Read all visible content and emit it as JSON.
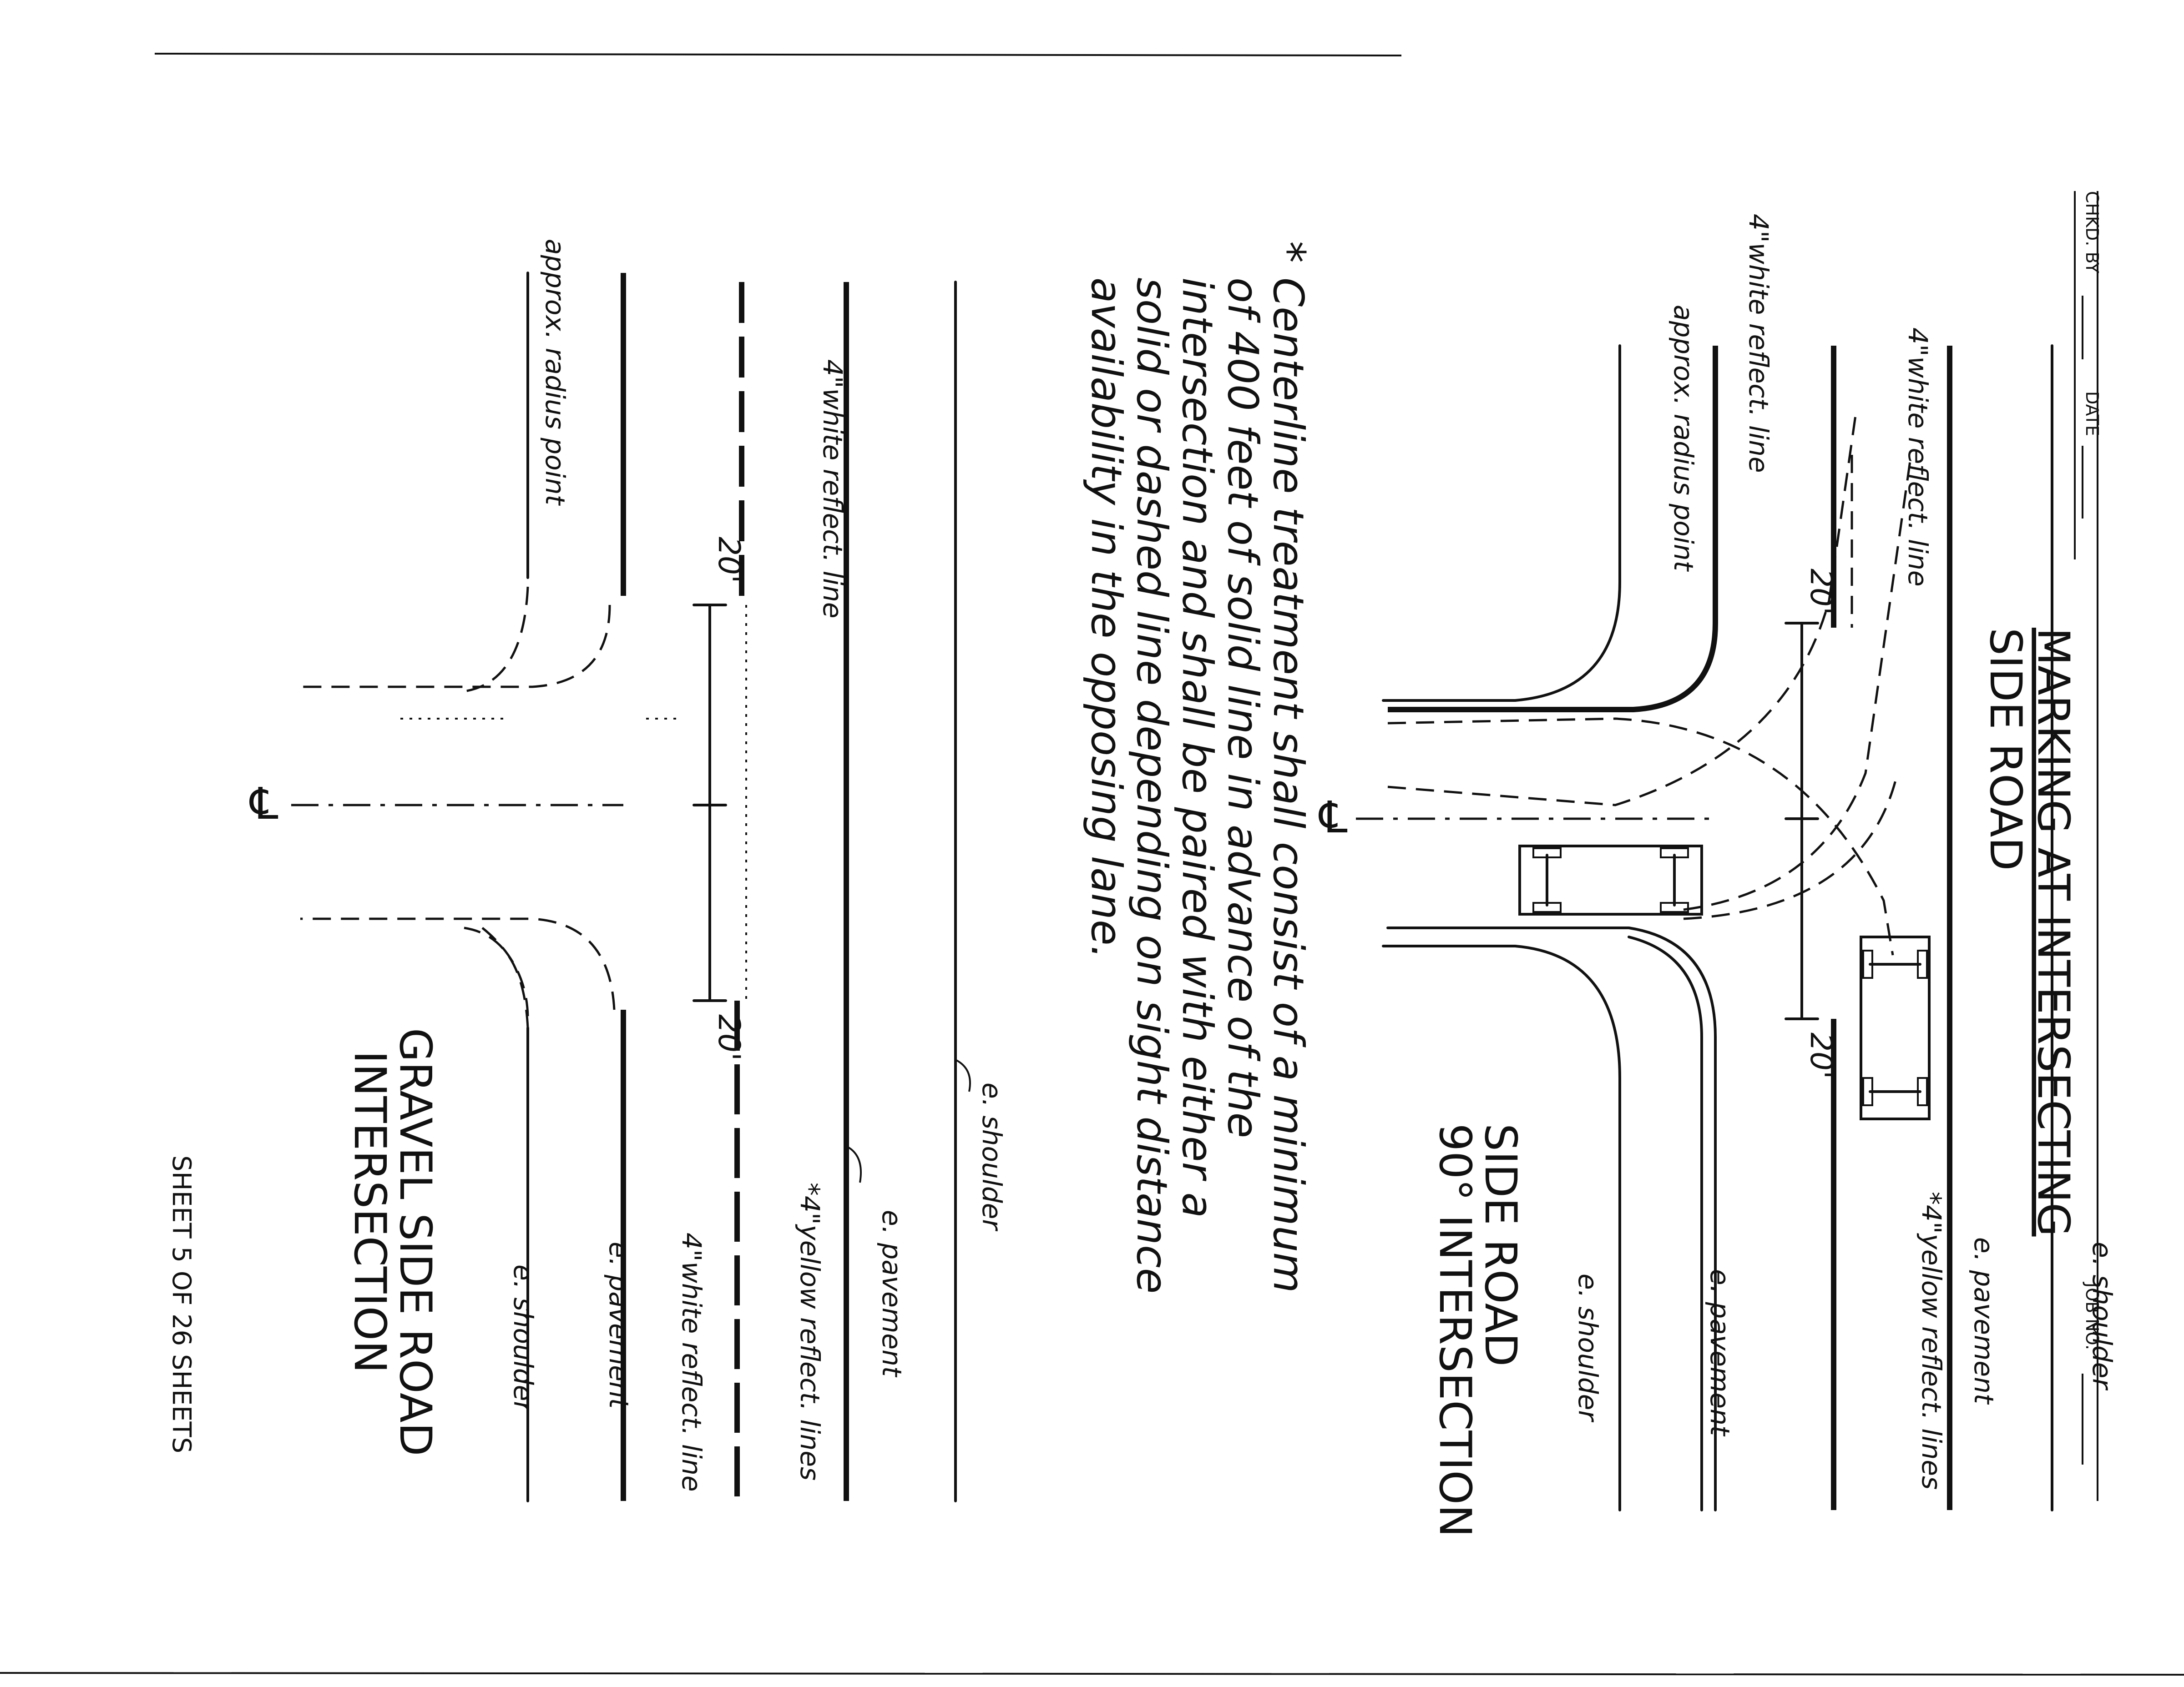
{
  "title_block": {
    "title": "MARKING AT INTERSECTING",
    "subtitle": "SIDE ROAD",
    "chkd_by": "CHKD. BY",
    "date": "DATE",
    "job_no": "JOB NO."
  },
  "top_diagram": {
    "name": "SIDE ROAD",
    "name2": "90° INTERSECTION",
    "white_line_label_top": "4\"white reflect. line",
    "white_line_label_side": "4\"white reflect. line",
    "radius_label": "approx. radius point",
    "yellow_label": "*4\"yellow reflect. lines",
    "e_shoulder_top": "e. shoulder",
    "e_pavement_top": "e. pavement",
    "e_pavement_bottom": "e. pavement",
    "e_shoulder_bottom": "e. shoulder",
    "dim_top": "20'",
    "dim_bottom": "20'",
    "cl_symbol": "℄"
  },
  "note": {
    "star": "*",
    "lines": [
      "Centerline treatment shall consist of a minimum",
      "of 400 feet of solid line in advance of the",
      "intersection and shall be paired with either a",
      "solid or dashed line depending on sight distance",
      "availability in the opposing lane."
    ]
  },
  "bottom_diagram": {
    "name": "GRAVEL SIDE ROAD",
    "name2": "INTERSECTION",
    "white_line_label_top": "4\"white reflect. line",
    "white_line_label_bottom": "4\"white reflect. line",
    "radius_label": "approx. radius point",
    "yellow_label": "*4\"yellow reflect. lines",
    "e_shoulder_top": "e. shoulder",
    "e_pavement_top": "e. pavement",
    "e_pavement_bottom": "e. pavement",
    "e_shoulder_bottom": "e. shoulder",
    "dim_top": "20'",
    "dim_bottom": "20'",
    "cl_symbol": "℄"
  },
  "footer": {
    "sheet": "SHEET 5 OF 26 SHEETS"
  }
}
